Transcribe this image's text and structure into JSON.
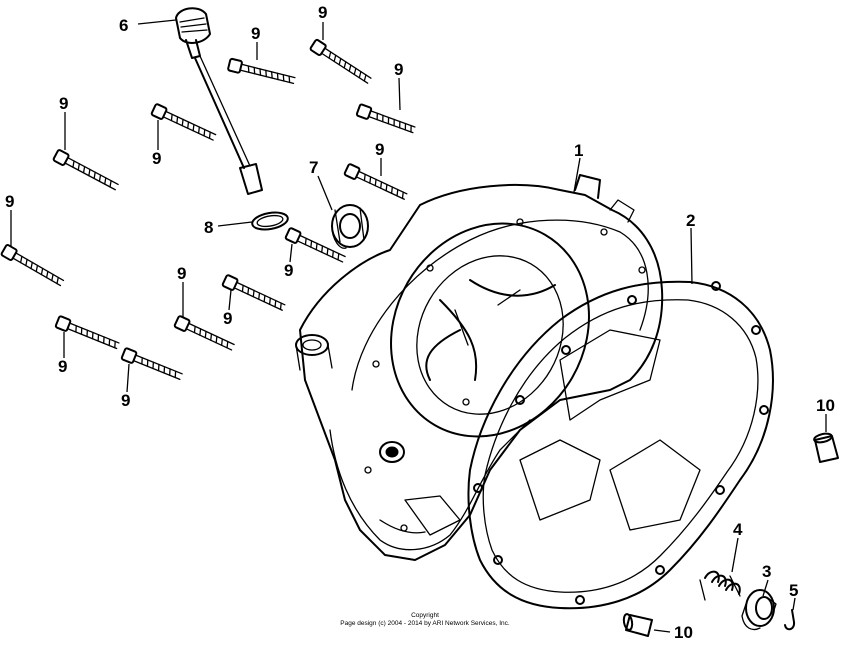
{
  "callouts": {
    "c1": "1",
    "c2": "2",
    "c3": "3",
    "c4": "4",
    "c5": "5",
    "c6": "6",
    "c7": "7",
    "c8": "8",
    "c9_a": "9",
    "c9_b": "9",
    "c9_c": "9",
    "c9_d": "9",
    "c9_e": "9",
    "c9_f": "9",
    "c9_g": "9",
    "c9_h": "9",
    "c9_i": "9",
    "c9_j": "9",
    "c9_k": "9",
    "c9_l": "9",
    "c10_a": "10",
    "c10_b": "10"
  },
  "footer": {
    "line1": "Copyright",
    "line2": "Page design (c) 2004 - 2014 by ARI Network Services, Inc."
  }
}
